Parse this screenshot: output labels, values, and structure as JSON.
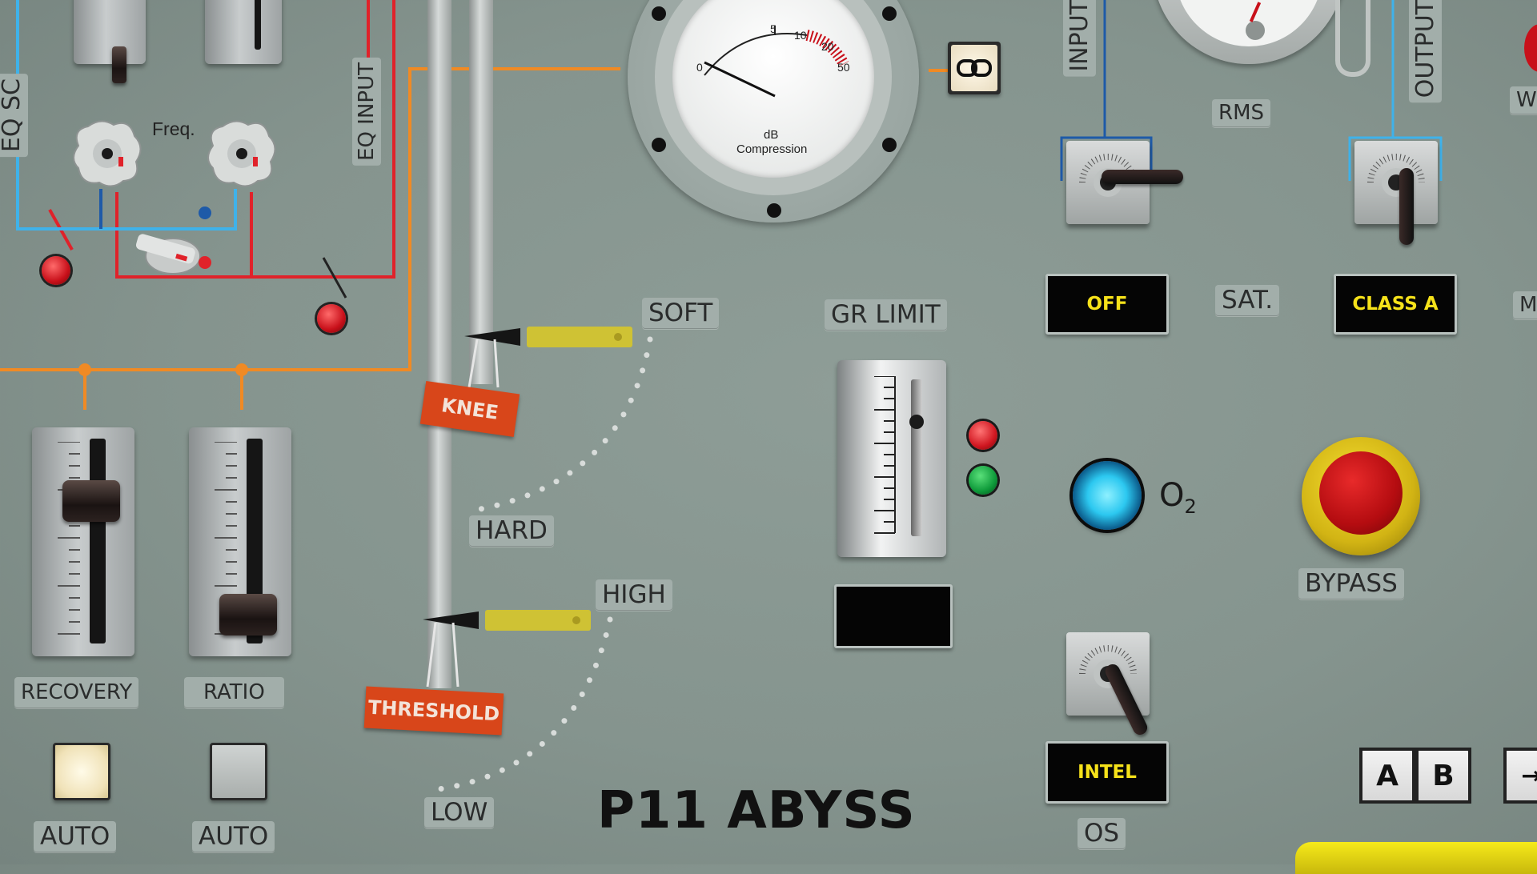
{
  "labels": {
    "freq": "Freq.",
    "eq_input": "EQ INPUT",
    "eq_side": "EQ SC",
    "soft": "SOFT",
    "hard": "HARD",
    "high": "HIGH",
    "low": "LOW",
    "knee": "KNEE",
    "threshold": "THRESHOLD",
    "gr_limit": "GR LIMIT",
    "recovery": "RECOVERY",
    "ratio": "RATIO",
    "auto_recovery": "AUTO",
    "auto_ratio": "AUTO",
    "input": "INPUT",
    "output": "OUTPUT",
    "rms": "RMS",
    "sat": "SAT.",
    "bypass": "BYPASS",
    "o2": "O",
    "o2_sub": "2",
    "os": "OS",
    "we": "WE",
    "m": "M",
    "db_top": "dB"
  },
  "meter": {
    "label1": "dB",
    "label2": "Compression",
    "scale": [
      "0",
      "5",
      "10",
      "20",
      "50"
    ]
  },
  "displays": {
    "input_mode": "OFF",
    "output_mode": "CLASS A",
    "os_mode": "INTEL",
    "gr_limit_value": ""
  },
  "ab": {
    "a": "A",
    "b": "B",
    "arrow": "→"
  },
  "plugin_name": "P11 ABYSS",
  "colors": {
    "panel": "#85948e",
    "red_wire": "#e0222a",
    "blue_wire": "#1e5aa8",
    "cyan_wire": "#3fb2ea",
    "orange_wire": "#f08a24",
    "display_text": "#f6e21a",
    "flag": "#d8461a"
  },
  "controls": {
    "recovery_position": 0.75,
    "ratio_position": 0.2,
    "auto_recovery_on": true,
    "auto_ratio_on": false,
    "knee": "SOFT",
    "threshold": "HIGH"
  }
}
